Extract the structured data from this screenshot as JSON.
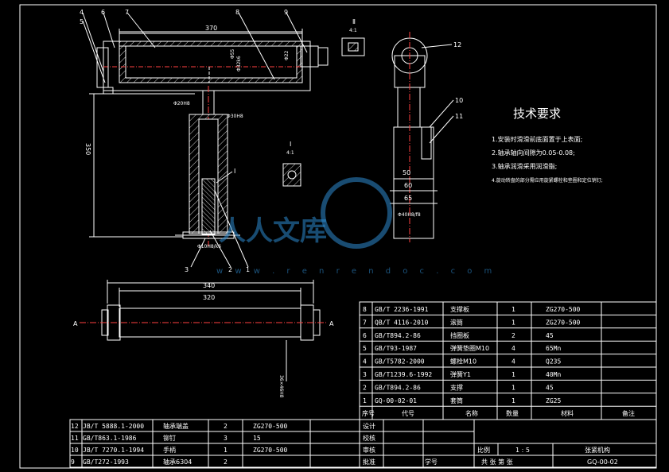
{
  "dimensions": {
    "top_length": "370",
    "bottom_length_1": "340",
    "bottom_length_2": "320",
    "shaft_dia_1": "Φ20H8",
    "shaft_dia_2": "Φ30H8",
    "vertical_length": "350",
    "side_50": "50",
    "side_60": "60",
    "side_65": "65",
    "small_label_a": "Φ55",
    "small_label_b": "Φ32k6",
    "small_label_c": "Φ22",
    "bottom_note": "36×46H8",
    "tolerance_note": "Φ10H8/k6",
    "side_bottom_note": "Φ40H8/f8"
  },
  "view_labels": {
    "section_I": "Ⅰ",
    "scale_I": "4:1",
    "section_II": "Ⅱ",
    "scale_II": "4:1",
    "arrow_A_left": "A",
    "arrow_A_right": "A"
  },
  "part_callouts": [
    "1",
    "2",
    "3",
    "4",
    "5",
    "6",
    "7",
    "8",
    "9",
    "10",
    "11",
    "12",
    "Ⅰ"
  ],
  "tech_requirements": {
    "title": "技术要求",
    "items": [
      "1.安装时滑滑前底面置于上表面;",
      "2.轴承轴向间隙为0.05-0.08;",
      "3.轴承润滑采用润滑脂;",
      "4.旋动转盘的部分需应用旋紧螺栓和垫圈和定位销钉;"
    ]
  },
  "bom_right": {
    "rows": [
      {
        "no": "8",
        "code": "GB/T 2236-1991",
        "name": "支撑板",
        "qty": "1",
        "material": "ZG270-500",
        "note": ""
      },
      {
        "no": "7",
        "code": "QB/T 4116-2010",
        "name": "滚筒",
        "qty": "1",
        "material": "ZG270-500",
        "note": ""
      },
      {
        "no": "6",
        "code": "GB/T894.2-86",
        "name": "挡圈板",
        "qty": "2",
        "material": "45",
        "note": ""
      },
      {
        "no": "5",
        "code": "GB/T93-1987",
        "name": "弹簧垫圈M10",
        "qty": "4",
        "material": "65Mn",
        "note": ""
      },
      {
        "no": "4",
        "code": "GB/T5782-2000",
        "name": "螺栓M10",
        "qty": "4",
        "material": "Q235",
        "note": ""
      },
      {
        "no": "3",
        "code": "GB/T1239.6-1992",
        "name": "弹簧Y1",
        "qty": "1",
        "material": "40Mn",
        "note": ""
      },
      {
        "no": "2",
        "code": "GB/T894.2-86",
        "name": "支撑",
        "qty": "1",
        "material": "45",
        "note": ""
      },
      {
        "no": "1",
        "code": "GQ-00-02-01",
        "name": "套筒",
        "qty": "1",
        "material": "ZG25",
        "note": ""
      }
    ],
    "header": {
      "no": "序号",
      "code": "代号",
      "name": "名称",
      "qty": "数量",
      "material": "材料",
      "note": "备注"
    }
  },
  "bom_left": {
    "rows": [
      {
        "no": "12",
        "code": "JB/T 5888.1-2000",
        "name": "轴承端盖",
        "qty": "2",
        "material": "ZG270-500"
      },
      {
        "no": "11",
        "code": "GB/T863.1-1986",
        "name": "铆钉",
        "qty": "3",
        "material": "15"
      },
      {
        "no": "10",
        "code": "JB/T 7270.1-1994",
        "name": "手柄",
        "qty": "1",
        "material": "ZG270-500"
      },
      {
        "no": "9",
        "code": "GB/T272-1993",
        "name": "轴承6304",
        "qty": "2",
        "material": ""
      }
    ]
  },
  "title_block": {
    "design": "设计",
    "check": "校核",
    "review": "审核",
    "approve": "批准",
    "scale_label": "比例",
    "scale_value": "1 : 5",
    "sheet_label": "共    张    第    张",
    "drawing_name": "张紧机构",
    "drawing_no": "GQ-00-02",
    "student_no": "学号"
  },
  "watermark": {
    "text": "人人文库",
    "url": "w w w . r e n r e n d o c . c o m"
  }
}
